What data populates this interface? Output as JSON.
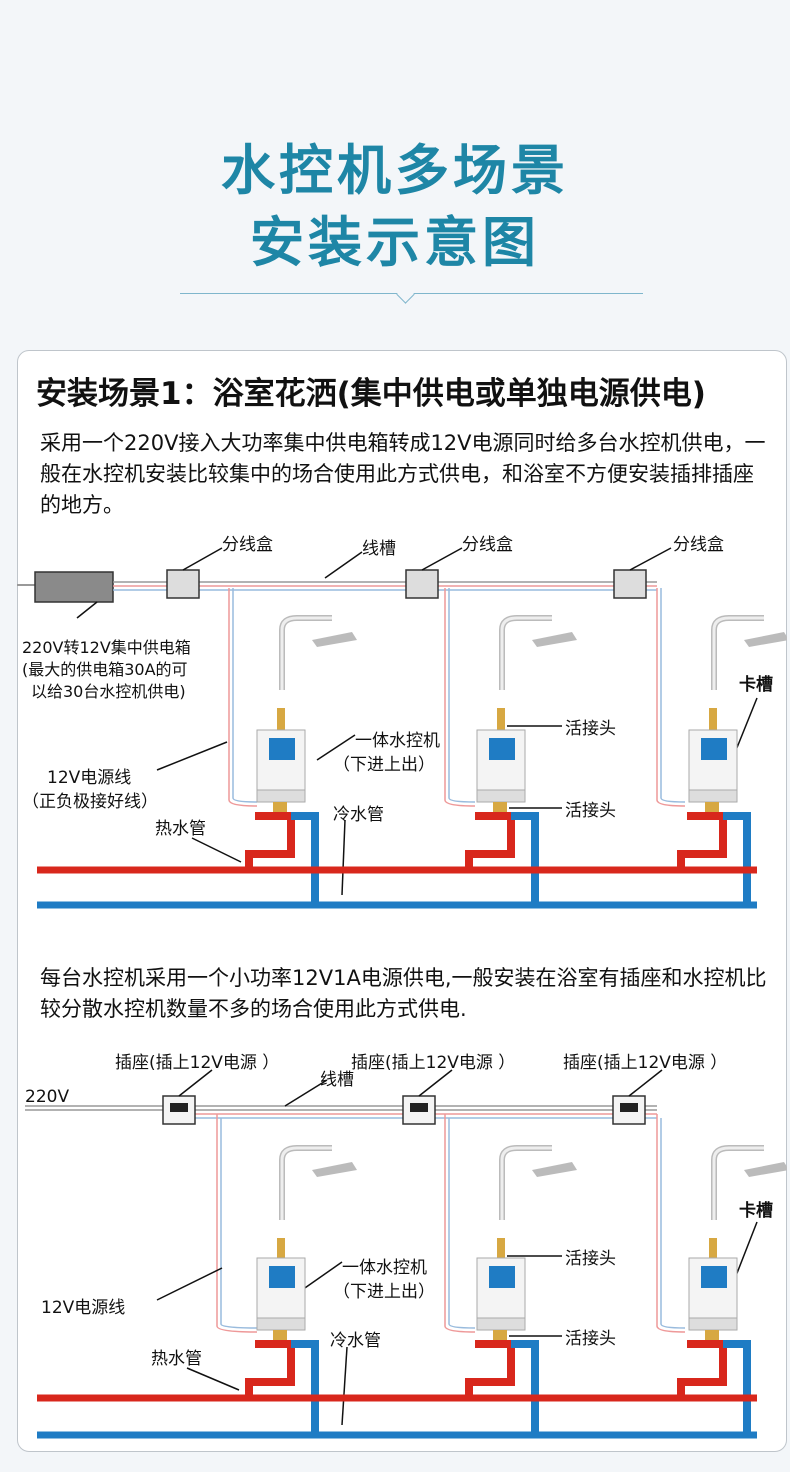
{
  "header": {
    "title_line1": "水控机多场景",
    "title_line2": "安装示意图"
  },
  "scene1": {
    "title": "安装场景1：浴室花洒(集中供电或单独电源供电)",
    "paragraph": "采用一个220V接入大功率集中供电箱转成12V电源同时给多台水控机供电，一般在水控机安装比较集中的场合使用此方式供电，和浴室不方便安装插排插座的地方。",
    "labels": {
      "junction_box_1": "分线盒",
      "junction_box_2": "分线盒",
      "junction_box_3": "分线盒",
      "trunking": "线槽",
      "power_box_1": "220V转12V集中供电箱",
      "power_box_2": "(最大的供电箱30A的可",
      "power_box_3": "以给30台水控机供电)",
      "power_line": "12V电源线",
      "power_line_note": "（正负极接好线）",
      "controller": "一体水控机",
      "controller_note": "（下进上出）",
      "union_top": "活接头",
      "union_bottom": "活接头",
      "cold_pipe": "冷水管",
      "hot_pipe": "热水管",
      "clip": "卡槽"
    }
  },
  "scene2": {
    "paragraph": "每台水控机采用一个小功率12V1A电源供电,一般安装在浴室有插座和水控机比较分散水控机数量不多的场合使用此方式供电.",
    "labels": {
      "socket_1": "插座(插上12V电源 ）",
      "socket_2": "插座(插上12V电源 ）",
      "socket_3": "插座(插上12V电源 ）",
      "v220": "220V",
      "trunking": "线槽",
      "power_line": "12V电源线",
      "controller": "一体水控机",
      "controller_note": "（下进上出）",
      "union_top": "活接头",
      "union_bottom": "活接头",
      "cold_pipe": "冷水管",
      "hot_pipe": "热水管",
      "clip": "卡槽"
    }
  },
  "colors": {
    "title_blue": "#1e86a6",
    "hot_pipe": "#d8271c",
    "cold_pipe": "#1f7cc4"
  }
}
